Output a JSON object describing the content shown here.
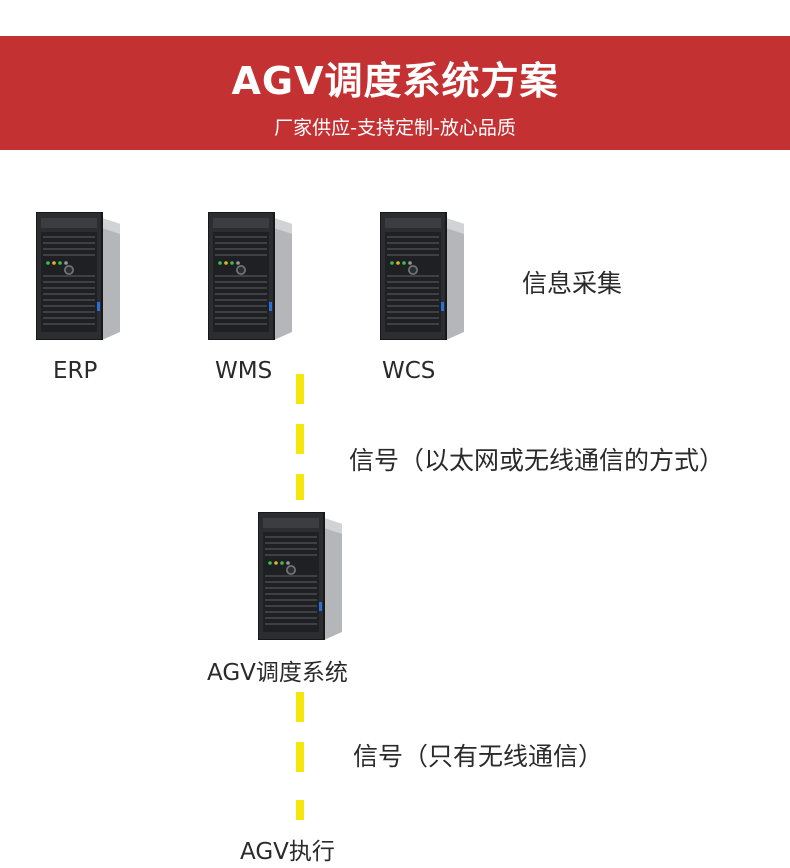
{
  "header": {
    "title": "AGV调度系统方案",
    "subtitle": "厂家供应-支持定制-放心品质",
    "color": "#c33133"
  },
  "top_row": {
    "servers": [
      {
        "label": "ERP",
        "icon": "tower-server-icon"
      },
      {
        "label": "WMS",
        "icon": "tower-server-icon"
      },
      {
        "label": "WCS",
        "icon": "tower-server-icon"
      }
    ],
    "note": "信息采集"
  },
  "link_1": {
    "label": "信号（以太网或无线通信的方式）",
    "style": "yellow-dashed",
    "color": "#f5e60c"
  },
  "middle": {
    "server_label": "AGV调度系统",
    "icon": "tower-server-icon"
  },
  "link_2": {
    "label": "信号（只有无线通信）",
    "style": "yellow-dashed",
    "color": "#f5e60c"
  },
  "bottom": {
    "label": "AGV执行"
  }
}
